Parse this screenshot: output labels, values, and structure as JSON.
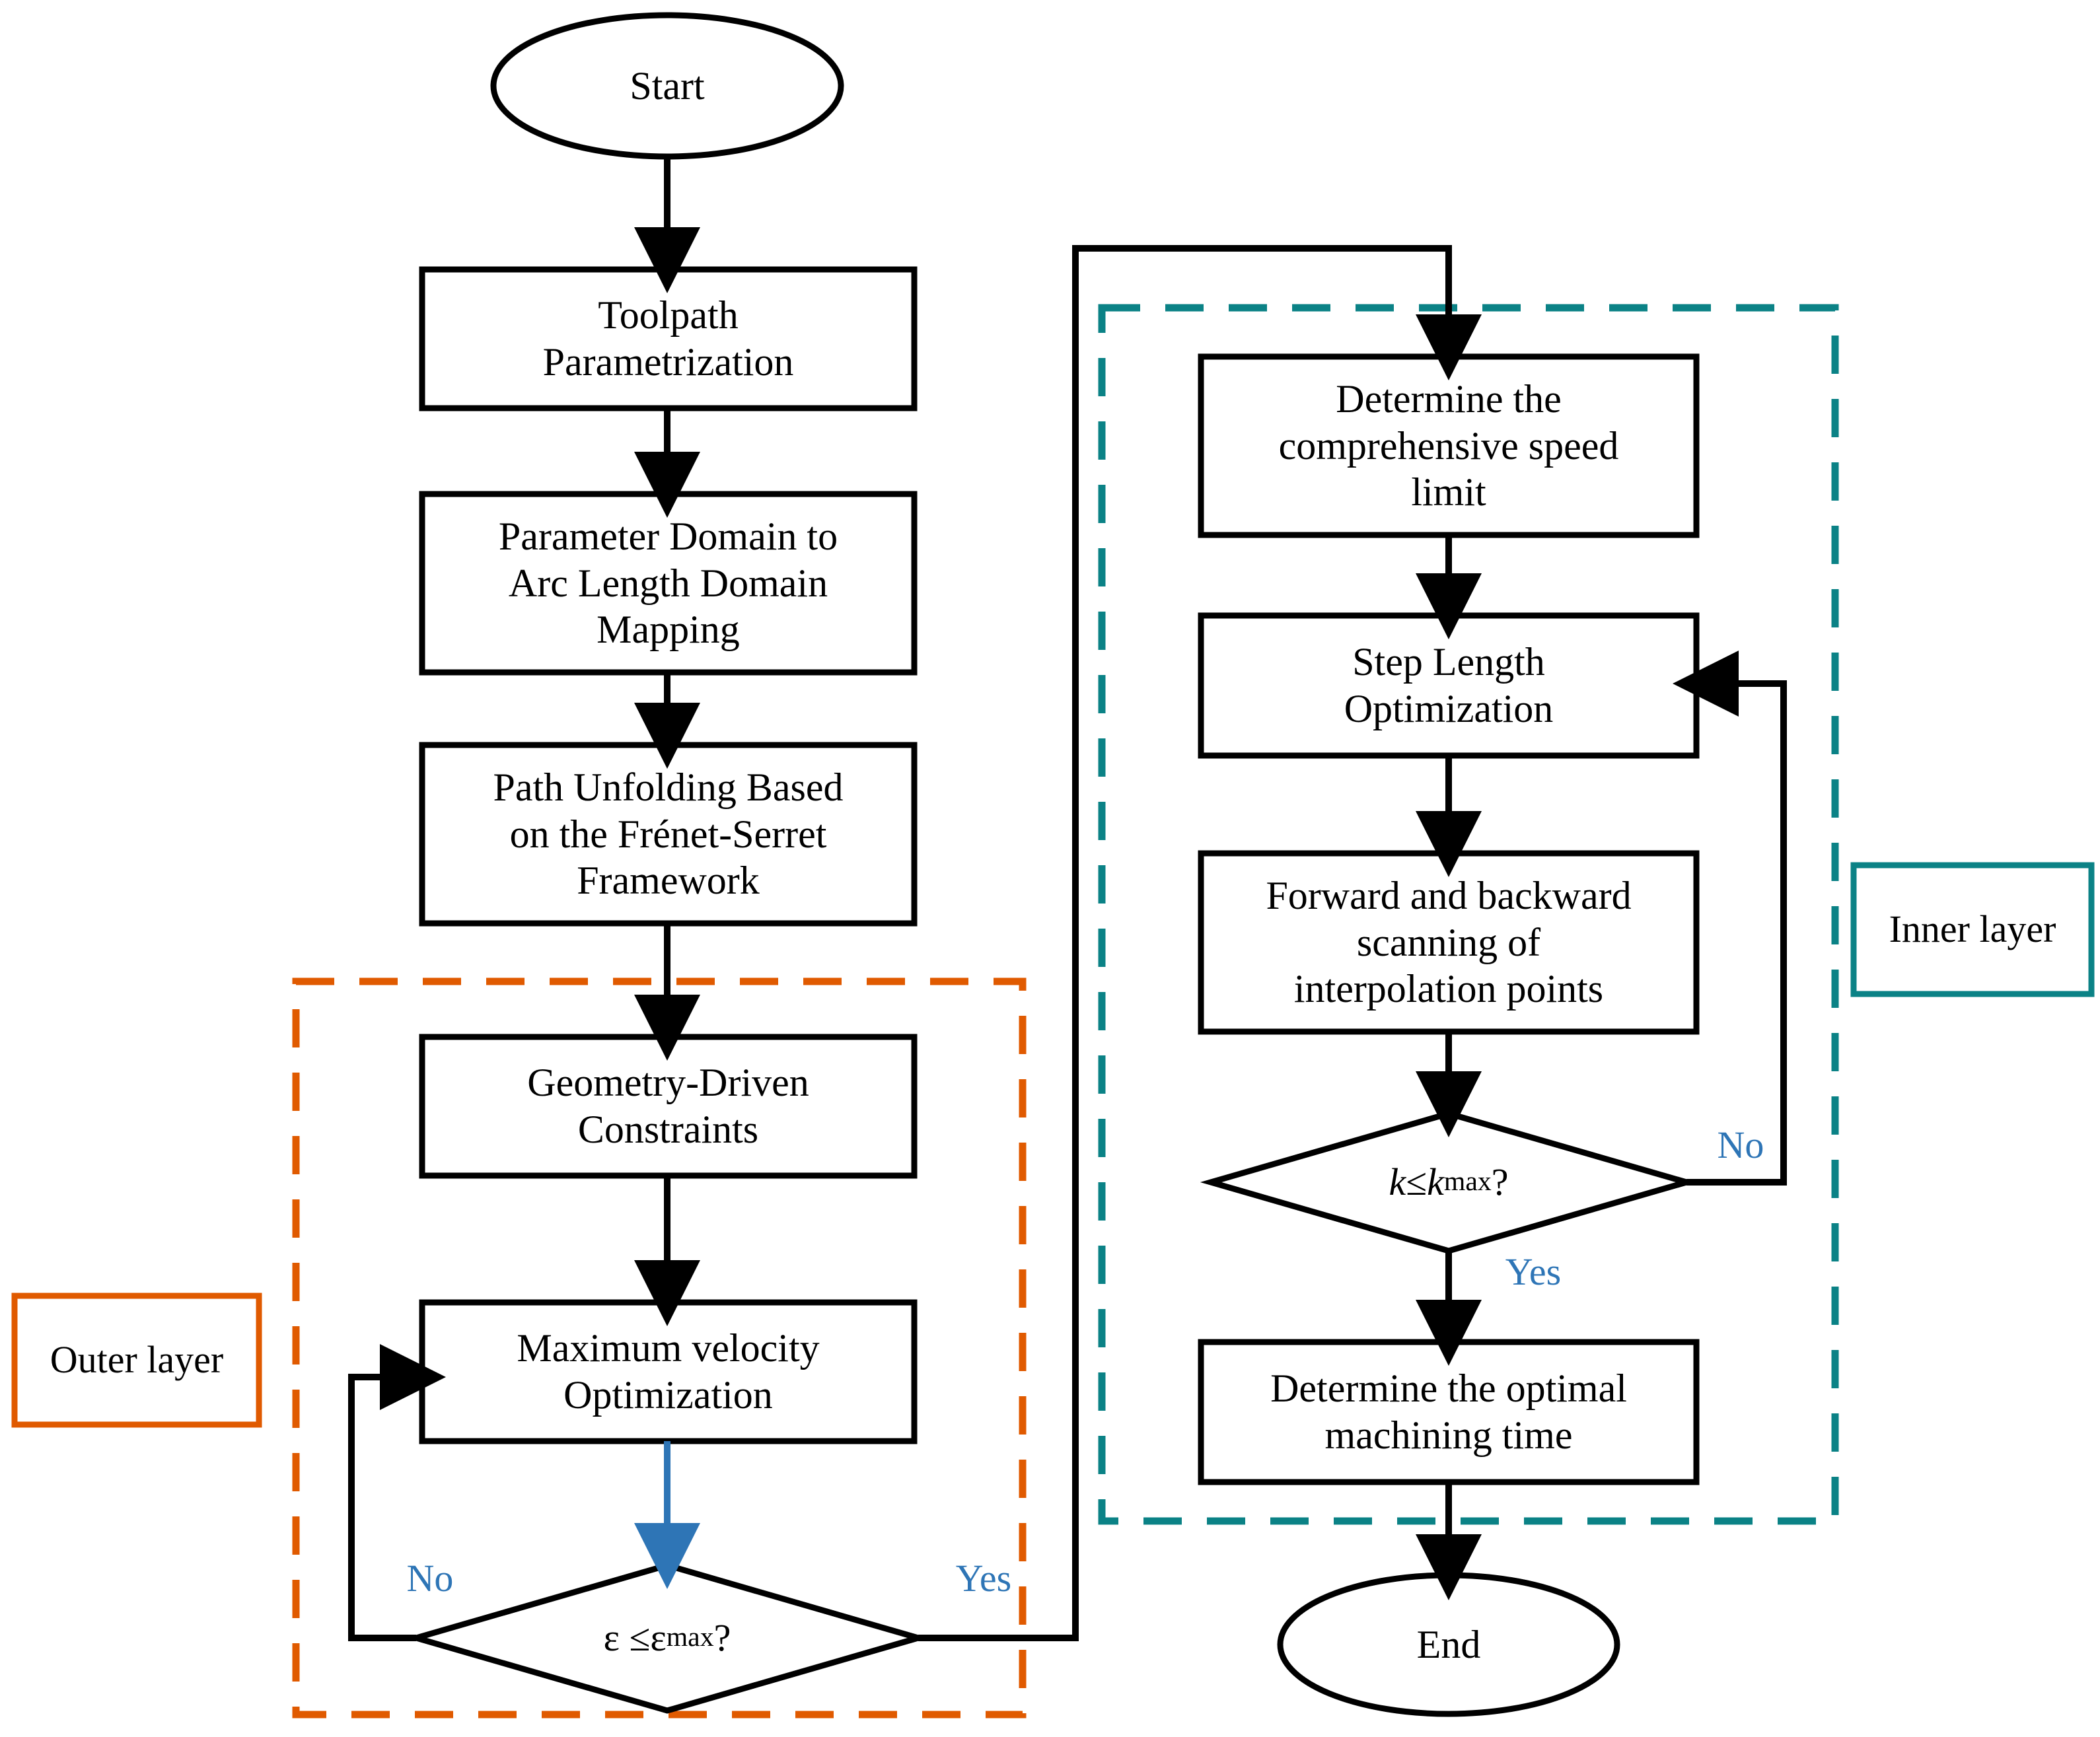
{
  "diagram": {
    "title": "Dual-layer toolpath velocity optimization flowchart",
    "type": "flowchart",
    "colors": {
      "stroke": "#000000",
      "background": "#ffffff",
      "blue_accent": "#2E75B6",
      "outer_layer_orange": "#E05A00",
      "inner_layer_teal": "#0B8286"
    }
  },
  "nodes": {
    "start": {
      "label": "Start",
      "shape": "ellipse"
    },
    "toolpath_parametrization": {
      "label": "Toolpath\nParametrization",
      "shape": "process"
    },
    "domain_mapping": {
      "label": "Parameter Domain to\nArc Length Domain\nMapping",
      "shape": "process"
    },
    "path_unfolding": {
      "label": "Path Unfolding Based\non the Frénet-Serret\nFramework",
      "shape": "process"
    },
    "geometry_constraints": {
      "label": "Geometry-Driven\nConstraints",
      "shape": "process"
    },
    "max_velocity": {
      "label": "Maximum velocity\nOptimization",
      "shape": "process"
    },
    "epsilon_decision": {
      "label": "ε ≤ε",
      "label_sub": "max",
      "label_tail": " ?",
      "shape": "decision"
    },
    "speed_limit": {
      "label": "Determine the\ncomprehensive speed\nlimit",
      "shape": "process"
    },
    "step_length": {
      "label": "Step Length\nOptimization",
      "shape": "process"
    },
    "scanning": {
      "label": "Forward and backward\nscanning of\ninterpolation points",
      "shape": "process"
    },
    "k_decision": {
      "label_k": "k",
      "label_op": " ≤ ",
      "label_k2": "k",
      "label_sub": "max",
      "label_tail": " ?",
      "shape": "decision"
    },
    "machining_time": {
      "label": "Determine the optimal\nmachining time",
      "shape": "process"
    },
    "end": {
      "label": "End",
      "shape": "ellipse"
    }
  },
  "edge_labels": {
    "epsilon_no": "No",
    "epsilon_yes": "Yes",
    "k_no": "No",
    "k_yes": "Yes"
  },
  "legend": {
    "outer_layer": "Outer layer",
    "inner_layer": "Inner layer"
  }
}
